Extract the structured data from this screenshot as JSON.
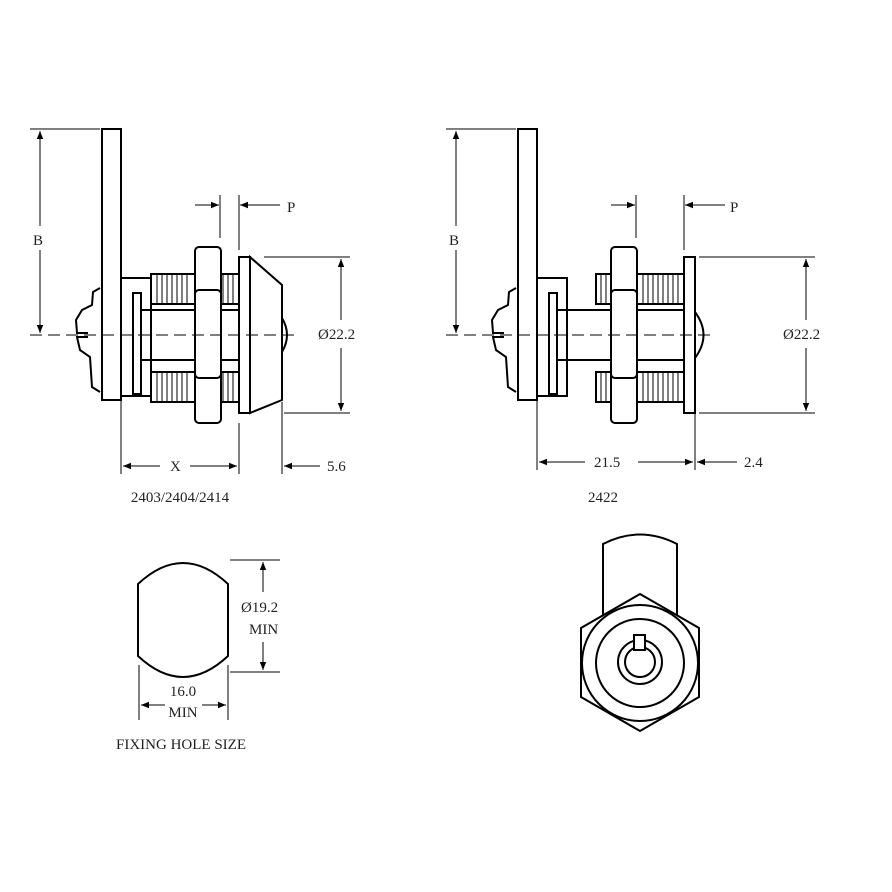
{
  "left_view": {
    "label_b": "B",
    "label_p": "P",
    "label_dia": "Ø22.2",
    "label_x": "X",
    "label_offset": "5.6",
    "caption": "2403/2404/2414"
  },
  "right_view": {
    "label_b": "B",
    "label_p": "P",
    "label_dia": "Ø22.2",
    "label_length": "21.5",
    "label_offset": "2.4",
    "caption": "2422"
  },
  "fixing_hole": {
    "label_dia": "Ø19.2",
    "label_dia_min": "MIN",
    "label_width": "16.0",
    "label_width_min": "MIN",
    "caption": "FIXING HOLE SIZE"
  }
}
